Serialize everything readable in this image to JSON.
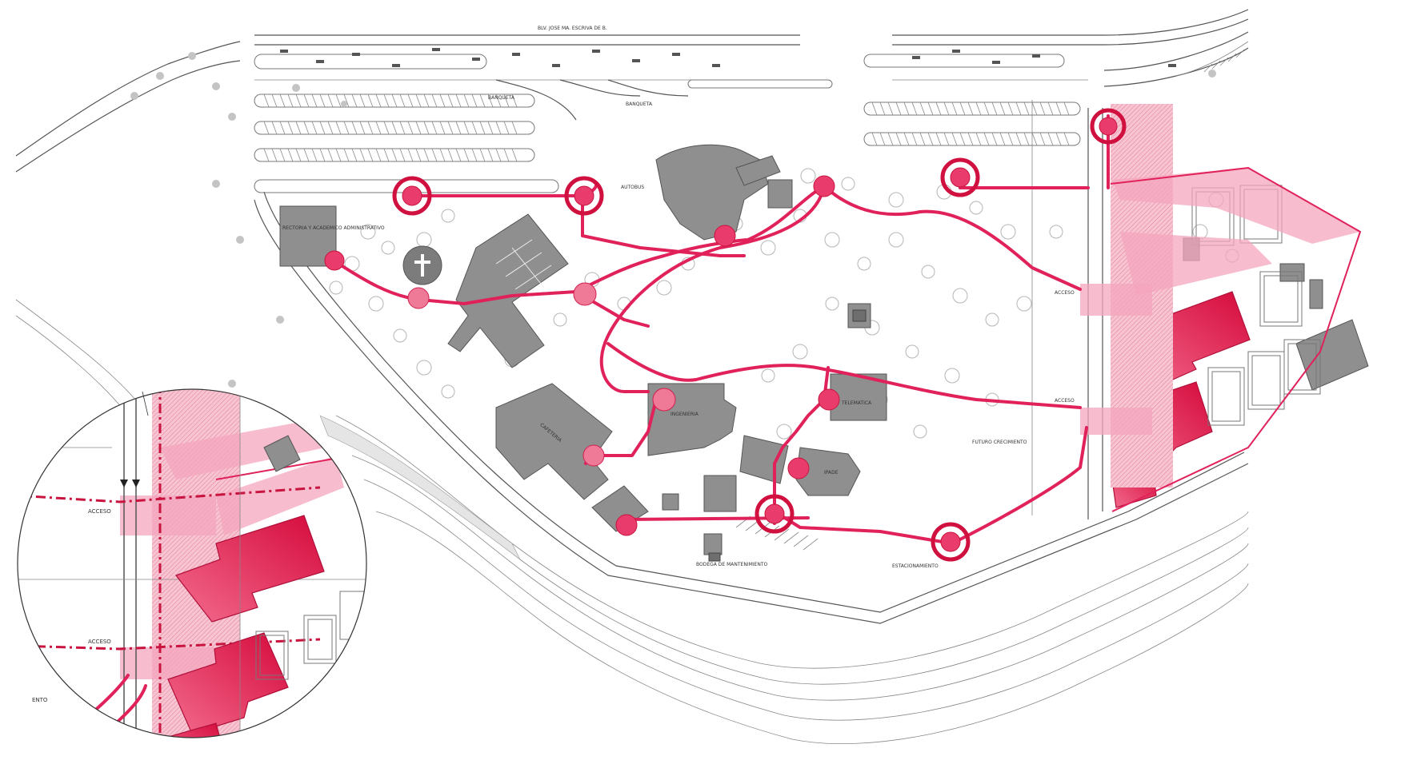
{
  "map": {
    "labels": {
      "boulevard": "BLV. JOSE MA. ESCRIVA DE B.",
      "rectoria": "RECTORIA Y ACADEMICO ADMINISTRATIVO",
      "banqueta_1": "BANQUETA",
      "banqueta_2": "BANQUETA",
      "autobus": "AUTOBUS",
      "ingenieria": "INGENIERIA",
      "telematica": "TELEMATICA",
      "ipade": "IPADE",
      "cafeteria": "CAFETERIA",
      "bodega": "BODEGA DE MANTENIMIENTO",
      "estacionamiento": "ESTACIONAMIENTO",
      "futuro": "FUTURO CRECIMIENTO",
      "acceso_1": "ACCESO",
      "acceso_2": "ACCESO",
      "zoom_acceso_1": "ACCESO",
      "zoom_acceso_2": "ACCESO",
      "zoom_ento": "ENTO"
    },
    "colors": {
      "accent": "#e0215a",
      "accent_dark": "#c8143f",
      "building": "#8f8f8f",
      "zone": "#f4a6bd"
    },
    "icons": {
      "chapel": "cross-icon"
    }
  }
}
